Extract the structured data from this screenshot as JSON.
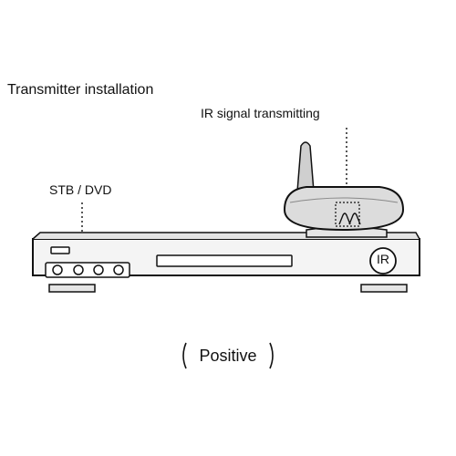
{
  "diagram": {
    "title": "Transmitter installation",
    "ir_signal_label": "IR signal transmitting",
    "device_label": "STB / DVD",
    "ir_badge": "IR",
    "caption": "Positive"
  },
  "colors": {
    "stroke": "#111111",
    "device_face": "#f4f4f4",
    "transmitter_body": "#dcdcdc",
    "base": "#e6e6e6",
    "background": "#ffffff"
  },
  "icons": {
    "transmitter": "ir-transmitter-icon",
    "antenna": "antenna-icon",
    "ir_badge": "ir-badge-icon"
  }
}
